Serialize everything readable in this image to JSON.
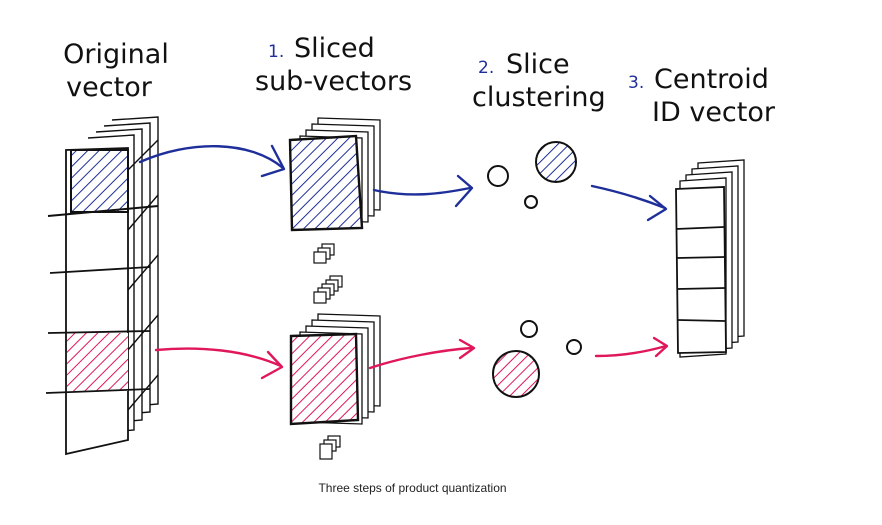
{
  "labels": {
    "original": [
      "Original",
      "vector"
    ],
    "step1": {
      "num": "1.",
      "lines": [
        "Sliced",
        "sub-vectors"
      ]
    },
    "step2": {
      "num": "2.",
      "lines": [
        "Slice",
        "clustering"
      ]
    },
    "step3": {
      "num": "3.",
      "lines": [
        "Centroid",
        "ID vector"
      ]
    }
  },
  "caption": "Three steps of product quantization",
  "colors": {
    "ink": "#111111",
    "blue": "#1f2f9a",
    "pink": "#e0175a"
  }
}
